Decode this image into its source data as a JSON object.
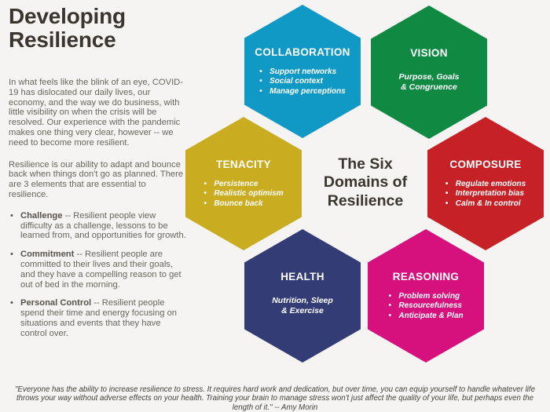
{
  "page": {
    "background_color": "#F5F4F2",
    "title": "Developing Resilience",
    "paragraphs": {
      "p1": "In what feels like the blink of an eye, COVID-19 has dislocated our daily lives, our economy, and the way we do business, with little visibility on when the crisis will be resolved. Our experience with the pandemic makes one thing very clear, however -- we need to become more resilient.",
      "p2": "Resilience is our ability to adapt and bounce back when things don't go as planned. There are 3 elements that are essential to resilience."
    },
    "bullets": [
      {
        "term": "Challenge",
        "text": " -- Resilient people view difficulty as a challenge, lessons to be learned from, and opportunities for growth."
      },
      {
        "term": "Commitment",
        "text": " -- Resilient people are committed to their lives and their goals, and they have a compelling reason to get out of bed in the morning."
      },
      {
        "term": "Personal Control",
        "text": " -- Resilient people spend their time and energy focusing on situations and events that they have control over."
      }
    ],
    "center_title": "The Six\nDomains of\nResilience",
    "quote": "\"Everyone has the ability to increase resilience to stress. It requires hard work and dedication, but over time, you can equip yourself to handle whatever life throws your way without adverse effects on your health. Training your brain to manage stress won't just affect the quality of your life, but perhaps even the length of it.\" -- Amy Morin"
  },
  "hexagons": [
    {
      "id": "collaboration",
      "label": "COLLABORATION",
      "color": "#1099C5",
      "items": [
        "Support networks",
        "Social context",
        "Manage perceptions"
      ]
    },
    {
      "id": "vision",
      "label": "VISION",
      "color": "#108943",
      "text": "Purpose, Goals\n& Congruence"
    },
    {
      "id": "tenacity",
      "label": "TENACITY",
      "color": "#C9AC1F",
      "items": [
        "Persistence",
        "Realistic optimism",
        "Bounce back"
      ]
    },
    {
      "id": "composure",
      "label": "COMPOSURE",
      "color": "#C52127",
      "items": [
        "Regulate emotions",
        "Interpretation bias",
        "Calm & In control"
      ]
    },
    {
      "id": "health",
      "label": "HEALTH",
      "color": "#333C74",
      "text": "Nutrition, Sleep\n& Exercise"
    },
    {
      "id": "reasoning",
      "label": "REASONING",
      "color": "#D6107D",
      "items": [
        "Problem solving",
        "Resourcefulness",
        "Anticipate & Plan"
      ]
    }
  ]
}
